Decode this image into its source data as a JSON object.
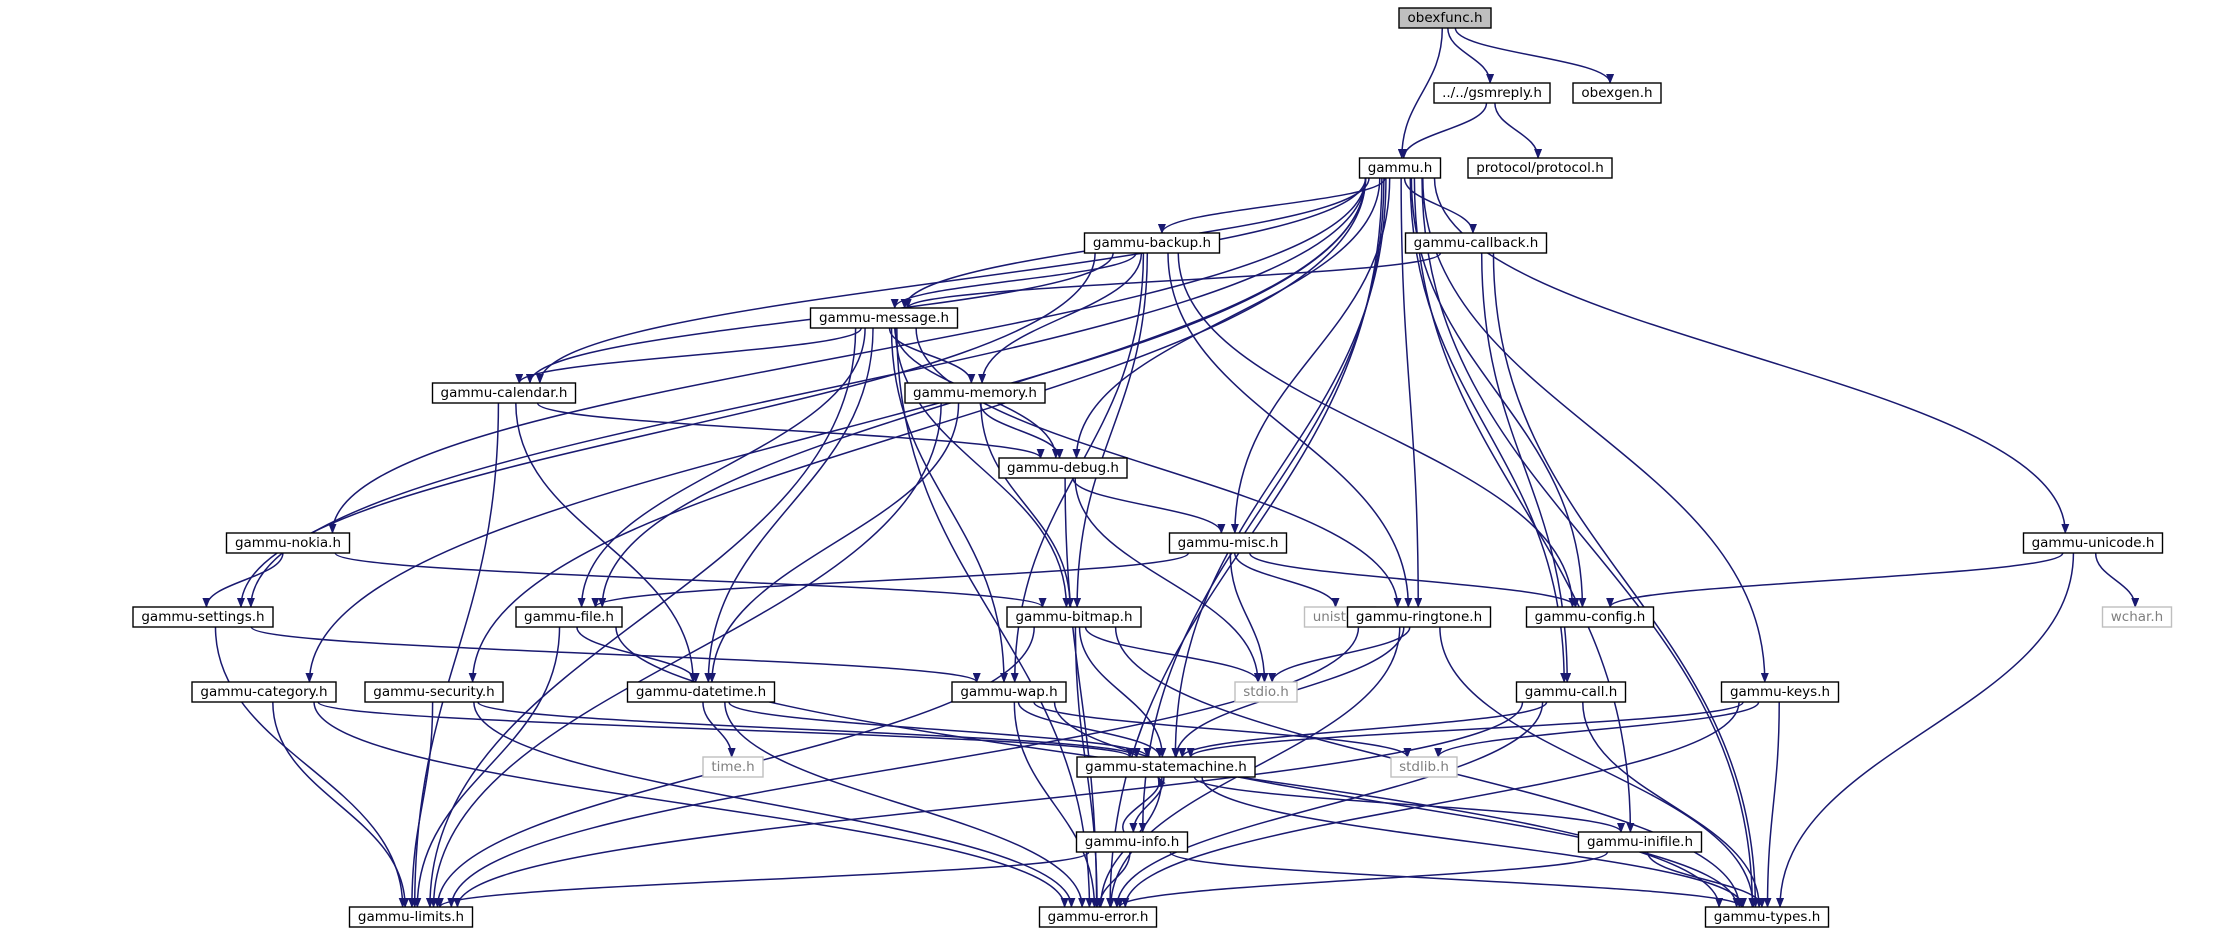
{
  "colors": {
    "edge": "#191970",
    "node_border": "#000000",
    "node_fill": "#ffffff",
    "root_fill": "#bfbfbf",
    "system_border": "#bfbfbf",
    "system_text": "#7f7f7f",
    "text": "#000000"
  },
  "nodes": [
    {
      "id": "obexfunc",
      "label": "obexfunc.h",
      "kind": "root"
    },
    {
      "id": "gsmreply",
      "label": "../../gsmreply.h",
      "kind": "file"
    },
    {
      "id": "obexgen",
      "label": "obexgen.h",
      "kind": "file"
    },
    {
      "id": "gammu",
      "label": "gammu.h",
      "kind": "file"
    },
    {
      "id": "protocol",
      "label": "protocol/protocol.h",
      "kind": "file"
    },
    {
      "id": "backup",
      "label": "gammu-backup.h",
      "kind": "file"
    },
    {
      "id": "callback",
      "label": "gammu-callback.h",
      "kind": "file"
    },
    {
      "id": "message",
      "label": "gammu-message.h",
      "kind": "file"
    },
    {
      "id": "calendar",
      "label": "gammu-calendar.h",
      "kind": "file"
    },
    {
      "id": "memory",
      "label": "gammu-memory.h",
      "kind": "file"
    },
    {
      "id": "debug",
      "label": "gammu-debug.h",
      "kind": "file"
    },
    {
      "id": "nokia",
      "label": "gammu-nokia.h",
      "kind": "file"
    },
    {
      "id": "misc",
      "label": "gammu-misc.h",
      "kind": "file"
    },
    {
      "id": "unicode",
      "label": "gammu-unicode.h",
      "kind": "file"
    },
    {
      "id": "settings",
      "label": "gammu-settings.h",
      "kind": "file"
    },
    {
      "id": "file",
      "label": "gammu-file.h",
      "kind": "file"
    },
    {
      "id": "bitmap",
      "label": "gammu-bitmap.h",
      "kind": "file"
    },
    {
      "id": "unistd",
      "label": "unistd.h",
      "kind": "system"
    },
    {
      "id": "ringtone",
      "label": "gammu-ringtone.h",
      "kind": "file"
    },
    {
      "id": "config",
      "label": "gammu-config.h",
      "kind": "file"
    },
    {
      "id": "wchar",
      "label": "wchar.h",
      "kind": "system"
    },
    {
      "id": "category",
      "label": "gammu-category.h",
      "kind": "file"
    },
    {
      "id": "security",
      "label": "gammu-security.h",
      "kind": "file"
    },
    {
      "id": "datetime",
      "label": "gammu-datetime.h",
      "kind": "file"
    },
    {
      "id": "wap",
      "label": "gammu-wap.h",
      "kind": "file"
    },
    {
      "id": "stdio",
      "label": "stdio.h",
      "kind": "system"
    },
    {
      "id": "call",
      "label": "gammu-call.h",
      "kind": "file"
    },
    {
      "id": "keys",
      "label": "gammu-keys.h",
      "kind": "file"
    },
    {
      "id": "time",
      "label": "time.h",
      "kind": "system"
    },
    {
      "id": "statemachine",
      "label": "gammu-statemachine.h",
      "kind": "file"
    },
    {
      "id": "stdlib",
      "label": "stdlib.h",
      "kind": "system"
    },
    {
      "id": "info",
      "label": "gammu-info.h",
      "kind": "file"
    },
    {
      "id": "inifile",
      "label": "gammu-inifile.h",
      "kind": "file"
    },
    {
      "id": "limits",
      "label": "gammu-limits.h",
      "kind": "file"
    },
    {
      "id": "error",
      "label": "gammu-error.h",
      "kind": "file"
    },
    {
      "id": "types",
      "label": "gammu-types.h",
      "kind": "file"
    }
  ],
  "edges": [
    [
      "obexfunc",
      "gsmreply"
    ],
    [
      "obexfunc",
      "obexgen"
    ],
    [
      "obexfunc",
      "gammu"
    ],
    [
      "gsmreply",
      "gammu"
    ],
    [
      "gsmreply",
      "protocol"
    ],
    [
      "gammu",
      "backup"
    ],
    [
      "gammu",
      "callback"
    ],
    [
      "gammu",
      "message"
    ],
    [
      "gammu",
      "calendar"
    ],
    [
      "gammu",
      "debug"
    ],
    [
      "gammu",
      "nokia"
    ],
    [
      "gammu",
      "misc"
    ],
    [
      "gammu",
      "unicode"
    ],
    [
      "gammu",
      "settings"
    ],
    [
      "gammu",
      "file"
    ],
    [
      "gammu",
      "ringtone"
    ],
    [
      "gammu",
      "config"
    ],
    [
      "gammu",
      "category"
    ],
    [
      "gammu",
      "security"
    ],
    [
      "gammu",
      "statemachine"
    ],
    [
      "gammu",
      "call"
    ],
    [
      "gammu",
      "keys"
    ],
    [
      "gammu",
      "info"
    ],
    [
      "gammu",
      "inifile"
    ],
    [
      "gammu",
      "error"
    ],
    [
      "gammu",
      "types"
    ],
    [
      "backup",
      "message"
    ],
    [
      "backup",
      "calendar"
    ],
    [
      "backup",
      "memory"
    ],
    [
      "backup",
      "settings"
    ],
    [
      "backup",
      "bitmap"
    ],
    [
      "backup",
      "ringtone"
    ],
    [
      "backup",
      "wap"
    ],
    [
      "backup",
      "config"
    ],
    [
      "callback",
      "message"
    ],
    [
      "callback",
      "call"
    ],
    [
      "callback",
      "types"
    ],
    [
      "message",
      "calendar"
    ],
    [
      "message",
      "memory"
    ],
    [
      "message",
      "debug"
    ],
    [
      "message",
      "file"
    ],
    [
      "message",
      "bitmap"
    ],
    [
      "message",
      "ringtone"
    ],
    [
      "message",
      "datetime"
    ],
    [
      "message",
      "wap"
    ],
    [
      "message",
      "limits"
    ],
    [
      "message",
      "error"
    ],
    [
      "calendar",
      "debug"
    ],
    [
      "calendar",
      "datetime"
    ],
    [
      "calendar",
      "limits"
    ],
    [
      "memory",
      "debug"
    ],
    [
      "memory",
      "bitmap"
    ],
    [
      "memory",
      "datetime"
    ],
    [
      "memory",
      "limits"
    ],
    [
      "debug",
      "misc"
    ],
    [
      "debug",
      "stdio"
    ],
    [
      "debug",
      "error"
    ],
    [
      "nokia",
      "settings"
    ],
    [
      "nokia",
      "bitmap"
    ],
    [
      "misc",
      "file"
    ],
    [
      "misc",
      "config"
    ],
    [
      "misc",
      "unistd"
    ],
    [
      "misc",
      "stdio"
    ],
    [
      "unicode",
      "config"
    ],
    [
      "unicode",
      "wchar"
    ],
    [
      "unicode",
      "types"
    ],
    [
      "settings",
      "wap"
    ],
    [
      "settings",
      "limits"
    ],
    [
      "file",
      "datetime"
    ],
    [
      "file",
      "limits"
    ],
    [
      "file",
      "types"
    ],
    [
      "bitmap",
      "stdio"
    ],
    [
      "bitmap",
      "statemachine"
    ],
    [
      "bitmap",
      "limits"
    ],
    [
      "bitmap",
      "error"
    ],
    [
      "bitmap",
      "types"
    ],
    [
      "ringtone",
      "stdio"
    ],
    [
      "ringtone",
      "statemachine"
    ],
    [
      "ringtone",
      "limits"
    ],
    [
      "ringtone",
      "error"
    ],
    [
      "ringtone",
      "types"
    ],
    [
      "category",
      "statemachine"
    ],
    [
      "category",
      "limits"
    ],
    [
      "category",
      "error"
    ],
    [
      "security",
      "statemachine"
    ],
    [
      "security",
      "limits"
    ],
    [
      "security",
      "error"
    ],
    [
      "datetime",
      "time"
    ],
    [
      "datetime",
      "statemachine"
    ],
    [
      "datetime",
      "error"
    ],
    [
      "wap",
      "statemachine"
    ],
    [
      "wap",
      "stdlib"
    ],
    [
      "wap",
      "error"
    ],
    [
      "wap",
      "types"
    ],
    [
      "call",
      "statemachine"
    ],
    [
      "call",
      "limits"
    ],
    [
      "call",
      "error"
    ],
    [
      "call",
      "types"
    ],
    [
      "keys",
      "statemachine"
    ],
    [
      "keys",
      "stdlib"
    ],
    [
      "keys",
      "error"
    ],
    [
      "keys",
      "types"
    ],
    [
      "statemachine",
      "info"
    ],
    [
      "statemachine",
      "inifile"
    ],
    [
      "statemachine",
      "error"
    ],
    [
      "statemachine",
      "types"
    ],
    [
      "info",
      "statemachine"
    ],
    [
      "info",
      "limits"
    ],
    [
      "info",
      "error"
    ],
    [
      "info",
      "types"
    ],
    [
      "inifile",
      "error"
    ],
    [
      "inifile",
      "types"
    ]
  ]
}
